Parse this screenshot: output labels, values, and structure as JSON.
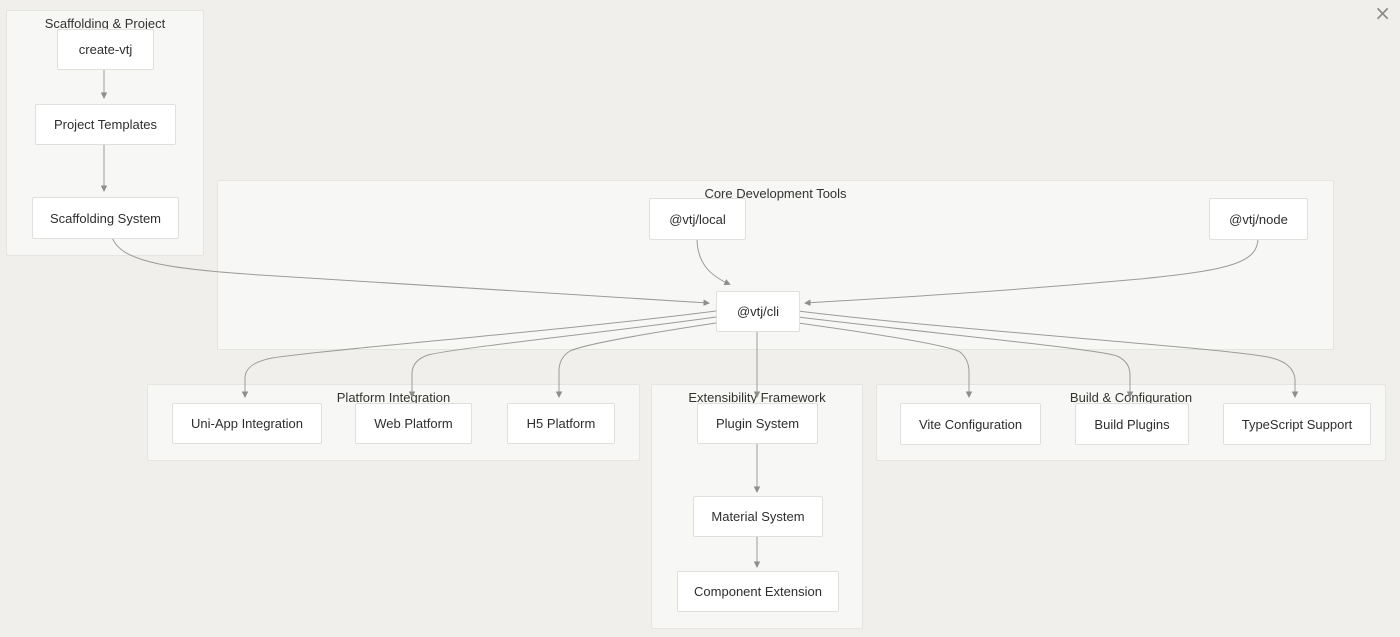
{
  "page": {
    "background": "#f0efec",
    "close_icon": "×"
  },
  "colors": {
    "group_background": "#f7f7f5",
    "group_border": "#e5e4e1",
    "node_background": "#ffffff",
    "node_border": "#e0dfdc",
    "edge_line": "#9b9b98",
    "arrowhead": "#8e8e8b",
    "text": "#2e2e2e"
  },
  "diagram": {
    "groups": [
      {
        "id": "scaffolding-project",
        "label": "Scaffolding & Project"
      },
      {
        "id": "core-development-tools",
        "label": "Core Development Tools"
      },
      {
        "id": "platform-integration",
        "label": "Platform Integration"
      },
      {
        "id": "extensibility-framework",
        "label": "Extensibility Framework"
      },
      {
        "id": "build-configuration",
        "label": "Build & Configuration"
      }
    ],
    "nodes": [
      {
        "id": "create-vtj",
        "label": "create-vtj",
        "group": "scaffolding-project"
      },
      {
        "id": "project-templates",
        "label": "Project Templates",
        "group": "scaffolding-project"
      },
      {
        "id": "scaffolding-system",
        "label": "Scaffolding System",
        "group": "scaffolding-project"
      },
      {
        "id": "vtj-local",
        "label": "@vtj/local",
        "group": "core-development-tools"
      },
      {
        "id": "vtj-node",
        "label": "@vtj/node",
        "group": "core-development-tools"
      },
      {
        "id": "vtj-cli",
        "label": "@vtj/cli",
        "group": "core-development-tools"
      },
      {
        "id": "uni-app-integration",
        "label": "Uni-App Integration",
        "group": "platform-integration"
      },
      {
        "id": "web-platform",
        "label": "Web Platform",
        "group": "platform-integration"
      },
      {
        "id": "h5-platform",
        "label": "H5 Platform",
        "group": "platform-integration"
      },
      {
        "id": "plugin-system",
        "label": "Plugin System",
        "group": "extensibility-framework"
      },
      {
        "id": "material-system",
        "label": "Material System",
        "group": "extensibility-framework"
      },
      {
        "id": "component-extension",
        "label": "Component Extension",
        "group": "extensibility-framework"
      },
      {
        "id": "vite-configuration",
        "label": "Vite Configuration",
        "group": "build-configuration"
      },
      {
        "id": "build-plugins",
        "label": "Build Plugins",
        "group": "build-configuration"
      },
      {
        "id": "typescript-support",
        "label": "TypeScript Support",
        "group": "build-configuration"
      }
    ],
    "edges": [
      {
        "from": "create-vtj",
        "to": "project-templates"
      },
      {
        "from": "project-templates",
        "to": "scaffolding-system"
      },
      {
        "from": "scaffolding-system",
        "to": "vtj-cli"
      },
      {
        "from": "vtj-local",
        "to": "vtj-cli"
      },
      {
        "from": "vtj-node",
        "to": "vtj-cli"
      },
      {
        "from": "vtj-cli",
        "to": "uni-app-integration"
      },
      {
        "from": "vtj-cli",
        "to": "web-platform"
      },
      {
        "from": "vtj-cli",
        "to": "h5-platform"
      },
      {
        "from": "vtj-cli",
        "to": "plugin-system"
      },
      {
        "from": "vtj-cli",
        "to": "vite-configuration"
      },
      {
        "from": "vtj-cli",
        "to": "build-plugins"
      },
      {
        "from": "vtj-cli",
        "to": "typescript-support"
      },
      {
        "from": "plugin-system",
        "to": "material-system"
      },
      {
        "from": "material-system",
        "to": "component-extension"
      }
    ]
  }
}
